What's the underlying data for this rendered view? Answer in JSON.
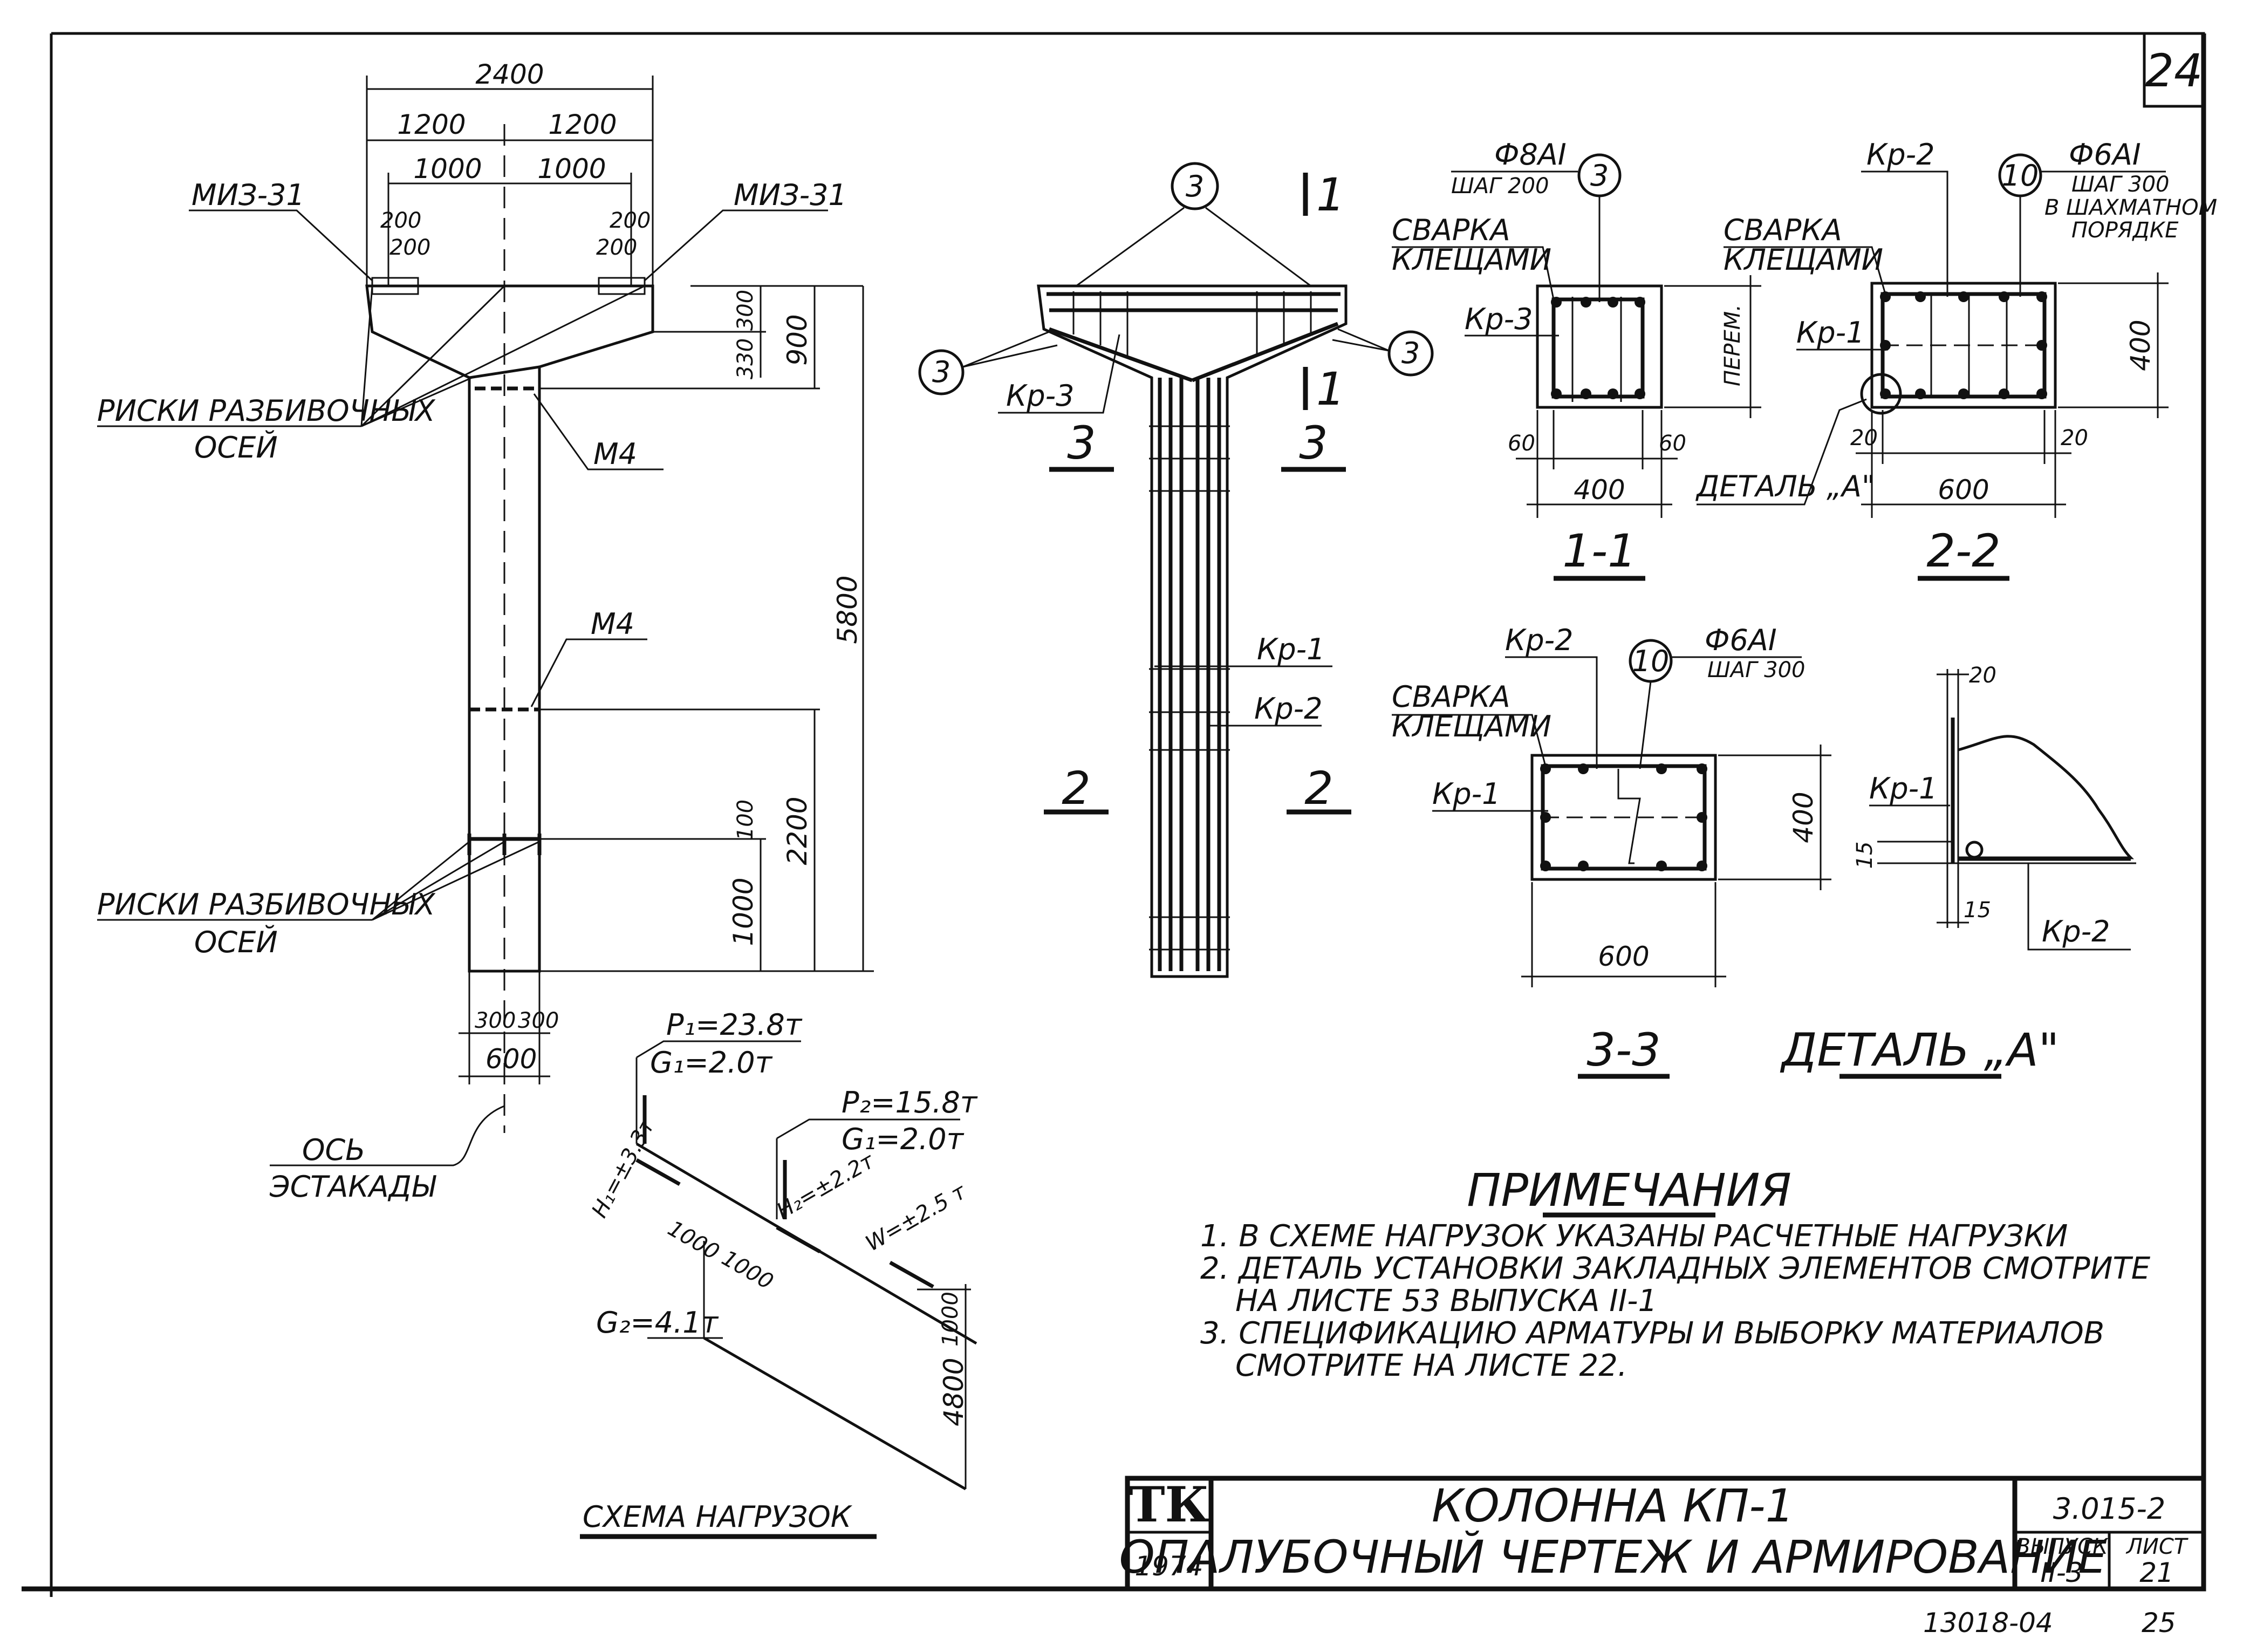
{
  "sheet": {
    "number": "24",
    "footer_number": "13018-04",
    "footer_page": "25"
  },
  "elevation": {
    "dims": {
      "total_width": "2400",
      "half_width_left": "1200",
      "half_width_right": "1200",
      "inner_left": "1000",
      "inner_right": "1000",
      "plate_a1": "200",
      "plate_b1": "200",
      "plate_a2": "200",
      "plate_b2": "200",
      "cap_300": "300",
      "cap_330": "330",
      "cap_900": "900",
      "height": "5800",
      "lower_2200": "2200",
      "lower_100": "100",
      "lower_1000": "1000",
      "base_300a": "300",
      "base_300b": "300",
      "base_600": "600"
    },
    "labels": {
      "mz_left": "МИЗ-31",
      "mz_right": "МИЗ-31",
      "riski_top_1": "РИСКИ РАЗБИВОЧНЫХ",
      "riski_top_2": "ОСЕЙ",
      "m4_top": "М4",
      "m4_mid": "М4",
      "riski_bot_1": "РИСКИ РАЗБИВОЧНЫХ",
      "riski_bot_2": "ОСЕЙ",
      "axis_1": "ОСЬ",
      "axis_2": "ЭСТАКАДЫ"
    }
  },
  "reinforcement": {
    "marker_3_top": "3",
    "marker_3_left": "3",
    "marker_3_right": "3",
    "cut_1_top": "1",
    "cut_1_bot": "1",
    "kr3": "Кр-3",
    "cut_3_left": "3",
    "cut_3_right": "3",
    "kr1": "Кр-1",
    "kr2": "Кр-2",
    "cut_2_left": "2",
    "cut_2_right": "2"
  },
  "section_1_1": {
    "bar_spec_1": "Ф8АI",
    "bar_spec_2": "ШАГ 200",
    "marker": "3",
    "weld_1": "СВАРКА",
    "weld_2": "КЛЕЩАМИ",
    "kr3": "Кр-3",
    "variable": "ПЕРЕМ.",
    "cover_left": "60",
    "cover_right": "60",
    "width": "400",
    "title": "1-1"
  },
  "section_2_2": {
    "kr2": "Кр-2",
    "marker": "10",
    "bar_spec_1": "Ф6АI",
    "bar_spec_2": "ШАГ 300",
    "bar_spec_3": "В ШАХМАТНОМ",
    "bar_spec_4": "ПОРЯДКЕ",
    "weld_1": "СВАРКА",
    "weld_2": "КЛЕЩАМИ",
    "kr1": "Кр-1",
    "height": "400",
    "cover_left": "20",
    "cover_right": "20",
    "detail_ref": "ДЕТАЛЬ „А\"",
    "width": "600",
    "title": "2-2"
  },
  "section_3_3": {
    "kr2": "Кр-2",
    "marker": "10",
    "bar_spec_1": "Ф6АI",
    "bar_spec_2": "ШАГ 300",
    "weld_1": "СВАРКА",
    "weld_2": "КЛЕЩАМИ",
    "kr1": "Кр-1",
    "height": "400",
    "width": "600",
    "title": "3-3"
  },
  "detail_a": {
    "dim_20": "20",
    "kr1": "Кр-1",
    "dim_15a": "15",
    "dim_15b": "15",
    "kr2": "Кр-2",
    "title": "ДЕТАЛЬ „А\""
  },
  "load_scheme": {
    "p1": "P₁=23.8т",
    "g1a": "G₁=2.0т",
    "p2": "P₂=15.8т",
    "g1b": "G₁=2.0т",
    "h1": "H₁=±3.3т",
    "h2": "H₂=±2.2т",
    "w": "W=±2.5 т",
    "d1000a": "1000",
    "d1000b": "1000",
    "d1000c": "1000",
    "g2": "G₂=4.1т",
    "d4800": "4800",
    "title": "СХЕМА НАГРУЗОК"
  },
  "notes": {
    "title": "ПРИМЕЧАНИЯ",
    "line1": "1. В СХЕМЕ  НАГРУЗОК   УКАЗАНЫ  РАСЧЕТНЫЕ  НАГРУЗКИ",
    "line2": "2. ДЕТАЛЬ  УСТАНОВКИ   ЗАКЛАДНЫХ  ЭЛЕМЕНТОВ  СМОТРИТЕ",
    "line3": "НА  ЛИСТЕ      53  ВЫПУСКА  II-1",
    "line4": "3. СПЕЦИФИКАЦИЮ    АРМАТУРЫ   И   ВЫБОРКУ  МАТЕРИАЛОВ",
    "line5": "СМОТРИТЕ   НА   ЛИСТЕ  22."
  },
  "title_block": {
    "org": "ТК",
    "year": "1974",
    "line1": "КОЛОННА  КП-1",
    "line2": "ОПАЛУБОЧНЫЙ  ЧЕРТЕЖ  И  АРМИРОВАНИЕ",
    "series": "3.015-2",
    "issue_label": "ВЫПУСК",
    "issue": "II-3",
    "sheet_label": "ЛИСТ",
    "sheet": "21"
  }
}
